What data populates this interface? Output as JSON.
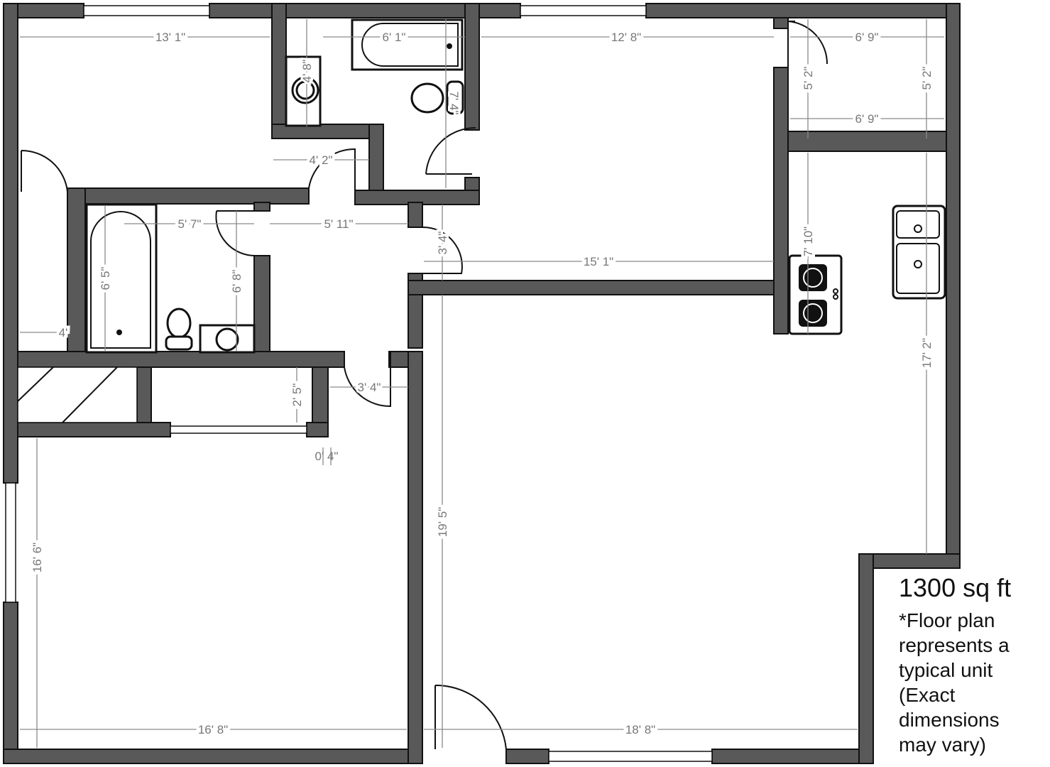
{
  "area": "1300 sq ft",
  "note_lines": [
    "*Floor plan",
    "represents a",
    "typical unit",
    "(Exact",
    "dimensions",
    "may vary)"
  ],
  "dimensions": {
    "bedroom1_width": "13' 1\"",
    "bath1_sink": "4' 8\"",
    "bath1_width": "6' 1\"",
    "bath1_depth": "7' 4\"",
    "living_top_width": "12' 8\"",
    "closet_width_top": "6' 9\"",
    "closet_width_bottom": "6' 9\"",
    "closet_depth_left": "5' 2\"",
    "closet_depth_right": "5' 2\"",
    "closet1_width": "4' 2\"",
    "bath2_width": "5' 7\"",
    "hall_width": "5' 11\"",
    "hall_depth": "3' 4\"",
    "bath2_tub": "6' 5\"",
    "bath2_depth": "6' 8\"",
    "kitchen_width": "15' 1\"",
    "kitchen_depth": "7' 10\"",
    "kitchen_right": "17' 2\"",
    "linen_width": "4'",
    "closet2_depth": "2' 5\"",
    "hall2_width": "3' 4\"",
    "wall_thickness": "0' 4\"",
    "bedroom2_depth": "16' 6\"",
    "living_depth": "19' 5\"",
    "bedroom2_width": "16' 8\"",
    "living_width": "18' 8\""
  },
  "colors": {
    "wall": "#595959",
    "dimension": "#8a8a8a"
  }
}
